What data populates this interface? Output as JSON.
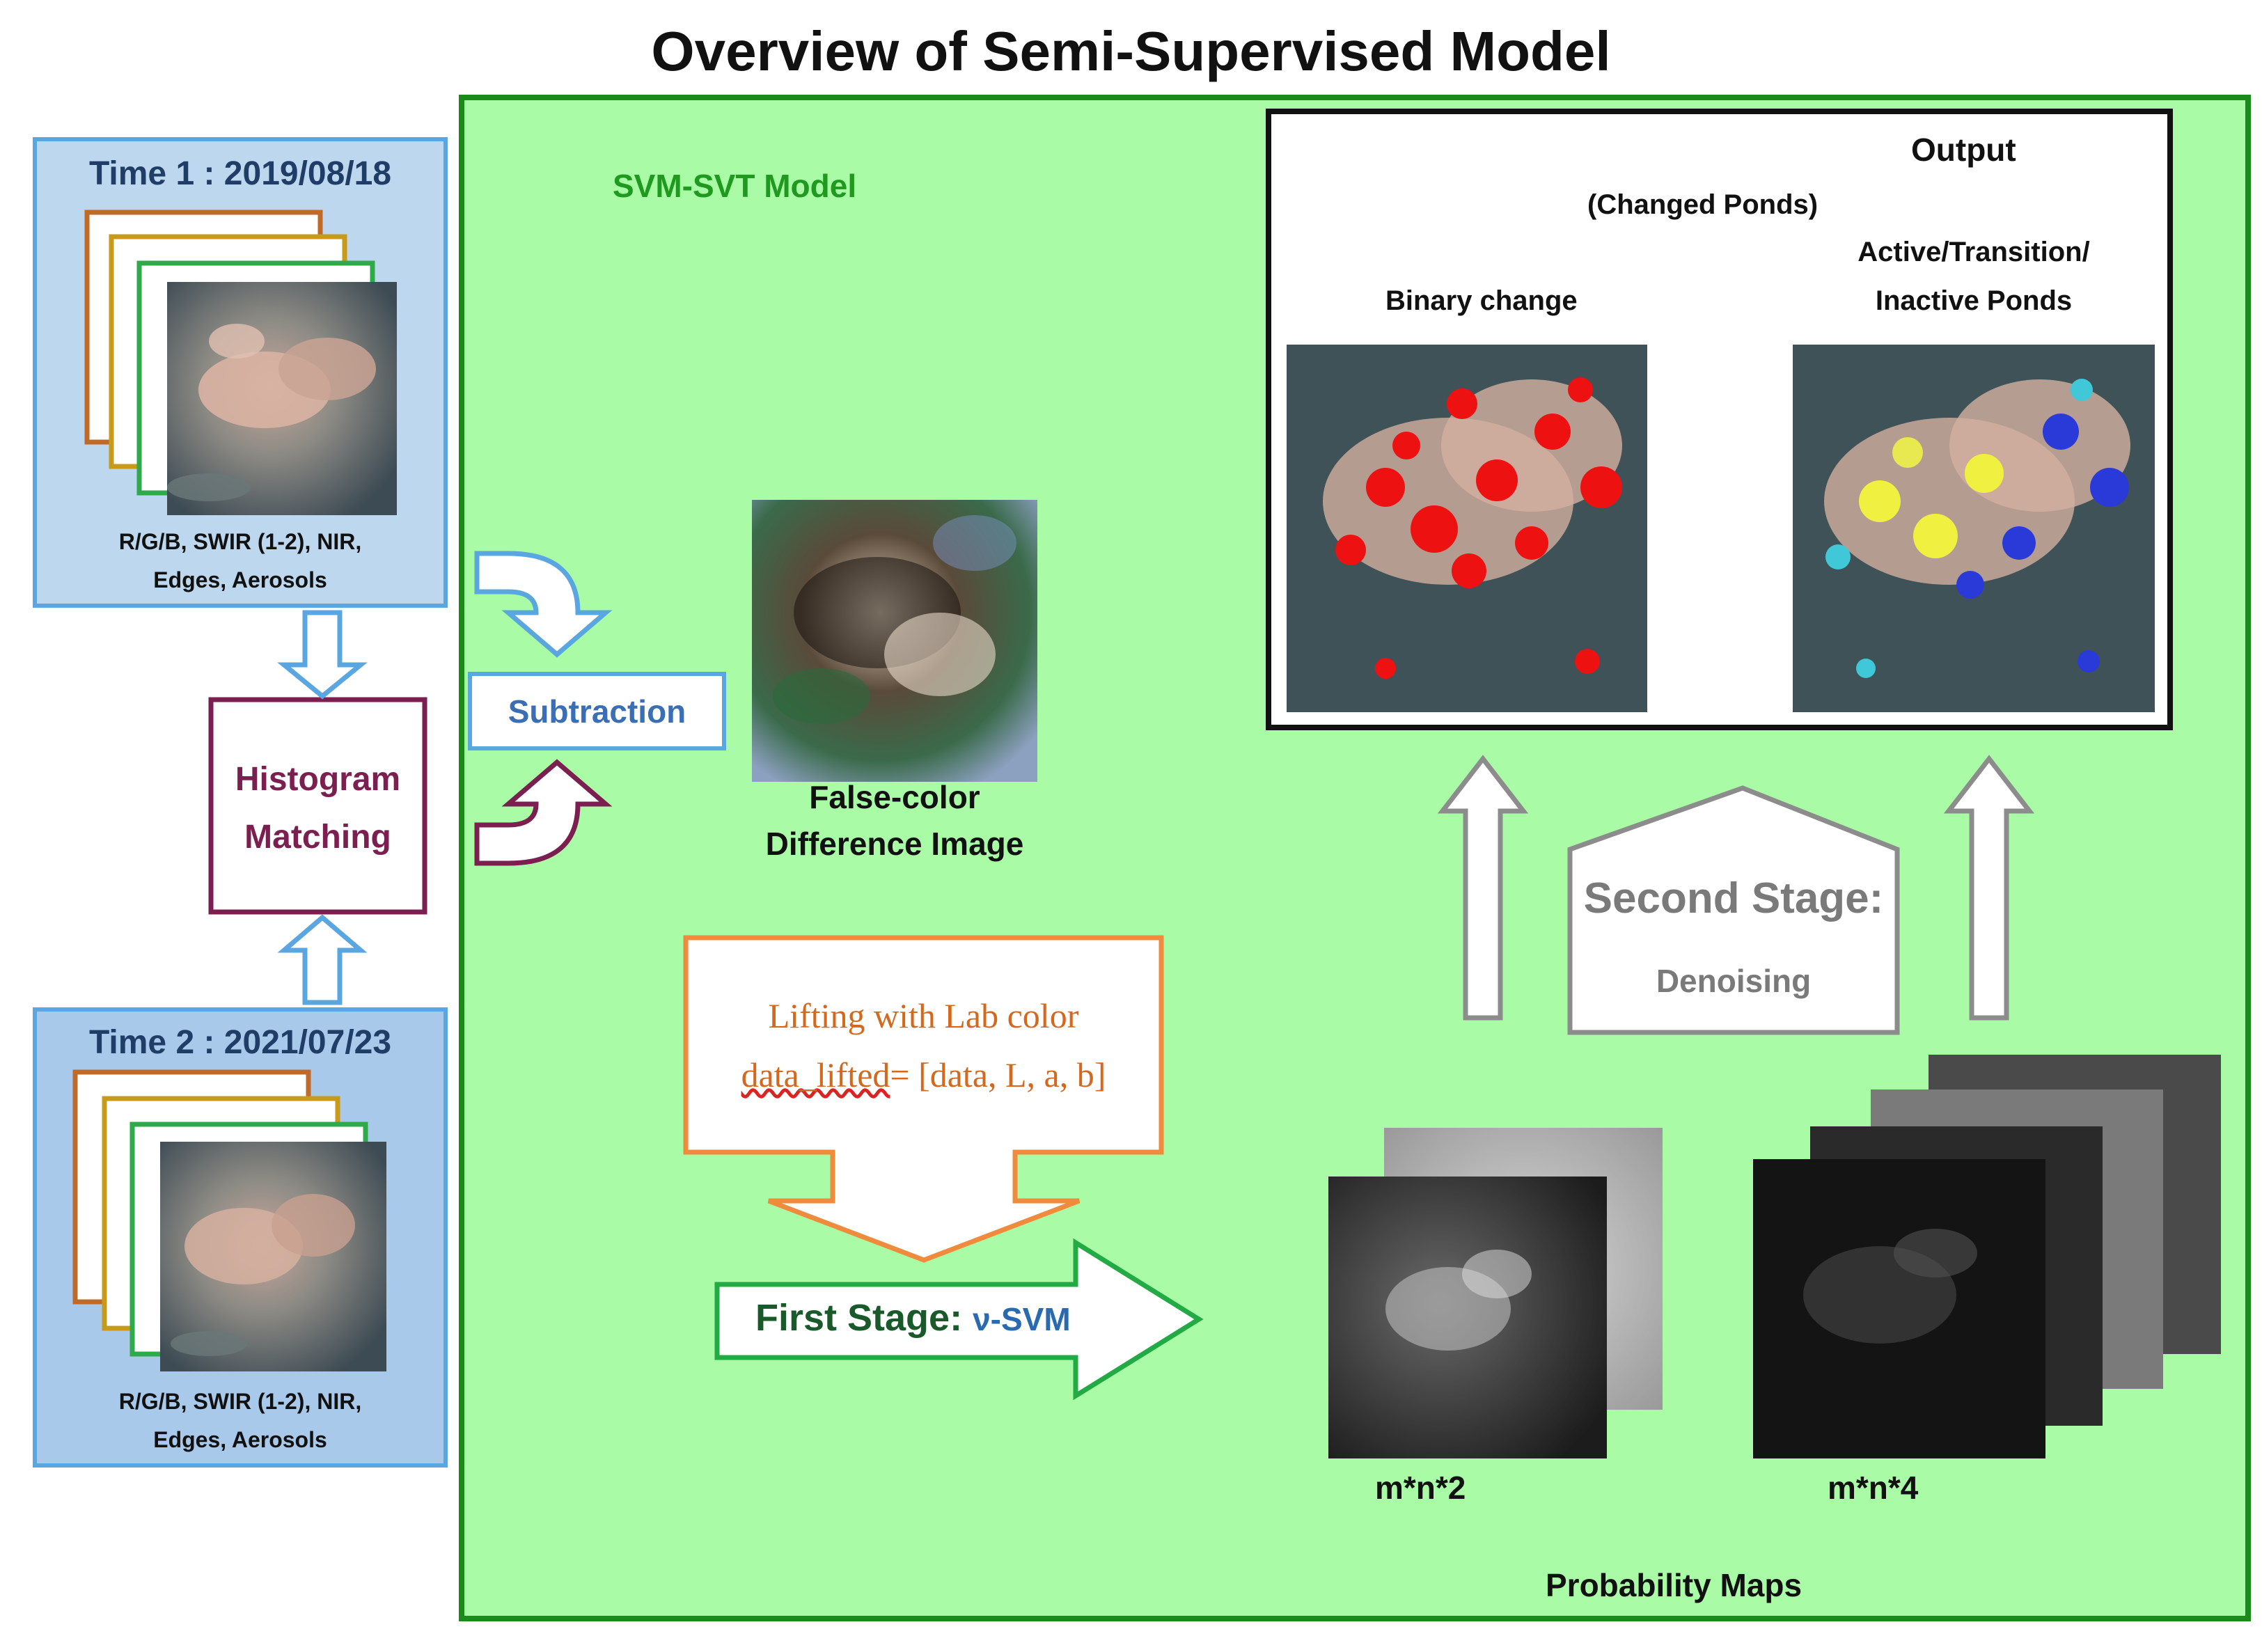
{
  "title": "Overview of Semi-Supervised Model",
  "colors": {
    "main_panel_fill": "#a9fba6",
    "main_panel_border": "#1a8a1a",
    "time_box_fill": "#bcd7ee",
    "time_box_fill_2": "#a9c9ea",
    "time_box_border": "#5aa6e0",
    "histogram_border": "#7a1f4f",
    "histogram_text": "#7a1f4f",
    "lifting_border": "#f08a3c",
    "lifting_text": "#d2691e",
    "first_stage_border": "#22aa44",
    "second_stage_border": "#8c8c8c",
    "output_border": "#111111",
    "model_label": "#1f9a1f",
    "subtraction_text": "#3b6fb5"
  },
  "time1": {
    "label": "Time 1 : 2019/08/18",
    "bands_line1": "R/G/B, SWIR (1-2), NIR,",
    "bands_line2": "Edges, Aerosols"
  },
  "time2": {
    "label": "Time 2 : 2021/07/23",
    "bands_line1": "R/G/B, SWIR (1-2), NIR,",
    "bands_line2": "Edges, Aerosols"
  },
  "histogram": {
    "line1": "Histogram",
    "line2": "Matching"
  },
  "model": {
    "label": "SVM-SVT Model"
  },
  "subtraction": {
    "label": "Subtraction"
  },
  "difference": {
    "line1": "False-color",
    "line2": "Difference Image"
  },
  "lifting": {
    "line1": "Lifting with Lab color",
    "formula_var": "data_lifted",
    "formula_rest": "= [data, L, a, b]"
  },
  "first_stage": {
    "label": "First Stage: ",
    "method": "ν-SVM"
  },
  "second_stage": {
    "label": "Second Stage:",
    "sub": "Denoising"
  },
  "output": {
    "title": "Output",
    "subtitle": "(Changed Ponds)",
    "binary_label": "Binary change",
    "classes_line1": "Active/Transition/",
    "classes_line2": "Inactive Ponds"
  },
  "prob_maps": {
    "label_2": "m*n*2",
    "label_4": "m*n*4",
    "caption": "Probability Maps"
  },
  "icons": [
    "arrow-down-icon",
    "arrow-up-icon",
    "curved-arrow-icon",
    "block-arrow-icon"
  ]
}
